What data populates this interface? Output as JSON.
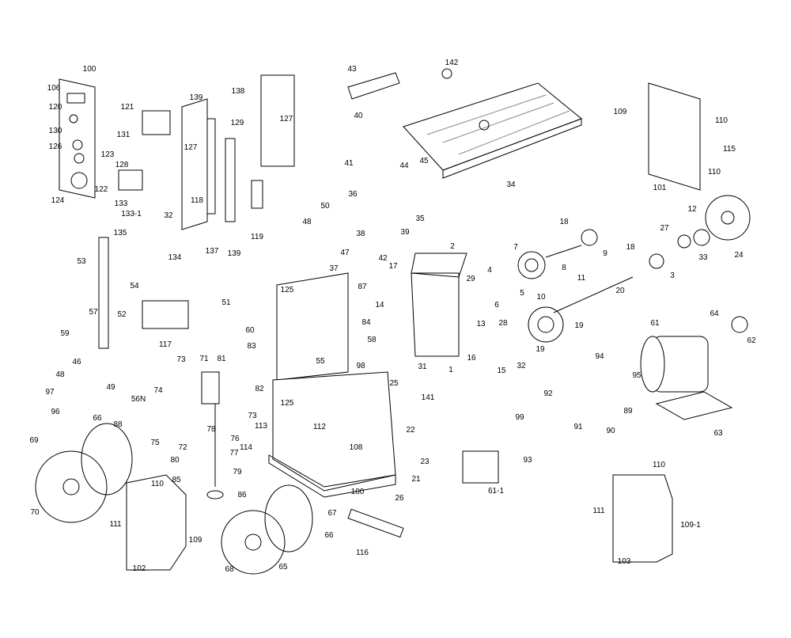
{
  "title": "Band Saw Exploded Parts Diagram",
  "labels": [
    "100",
    "106",
    "120",
    "130",
    "123",
    "126",
    "122",
    "124",
    "121",
    "131",
    "128",
    "139",
    "127",
    "118",
    "133",
    "133-1",
    "32",
    "135",
    "134",
    "137",
    "138",
    "129",
    "127",
    "119",
    "139",
    "43",
    "142",
    "40",
    "41",
    "44",
    "45",
    "34",
    "36",
    "35",
    "50",
    "48",
    "38",
    "47",
    "39",
    "42",
    "37",
    "2",
    "17",
    "14",
    "29",
    "4",
    "6",
    "5",
    "7",
    "8",
    "18",
    "9",
    "18",
    "27",
    "12",
    "33",
    "24",
    "3",
    "20",
    "11",
    "10",
    "19",
    "19",
    "28",
    "32",
    "13",
    "15",
    "16",
    "1",
    "31",
    "109",
    "110",
    "115",
    "110",
    "101",
    "64",
    "62",
    "61",
    "63",
    "94",
    "95",
    "89",
    "92",
    "90",
    "91",
    "99",
    "93",
    "61-1",
    "110",
    "111",
    "109-1",
    "103",
    "125",
    "51",
    "60",
    "87",
    "84",
    "58",
    "98",
    "83",
    "81",
    "82",
    "55",
    "25",
    "141",
    "125",
    "112",
    "113",
    "114",
    "108",
    "22",
    "23",
    "21",
    "26",
    "100",
    "116",
    "53",
    "54",
    "57",
    "52",
    "59",
    "117",
    "73",
    "71",
    "46",
    "48",
    "49",
    "97",
    "96",
    "56N",
    "74",
    "73",
    "78",
    "76",
    "75",
    "88",
    "66",
    "72",
    "77",
    "80",
    "79",
    "85",
    "86",
    "110",
    "69",
    "70",
    "111",
    "109",
    "102",
    "66",
    "67",
    "68",
    "65"
  ]
}
